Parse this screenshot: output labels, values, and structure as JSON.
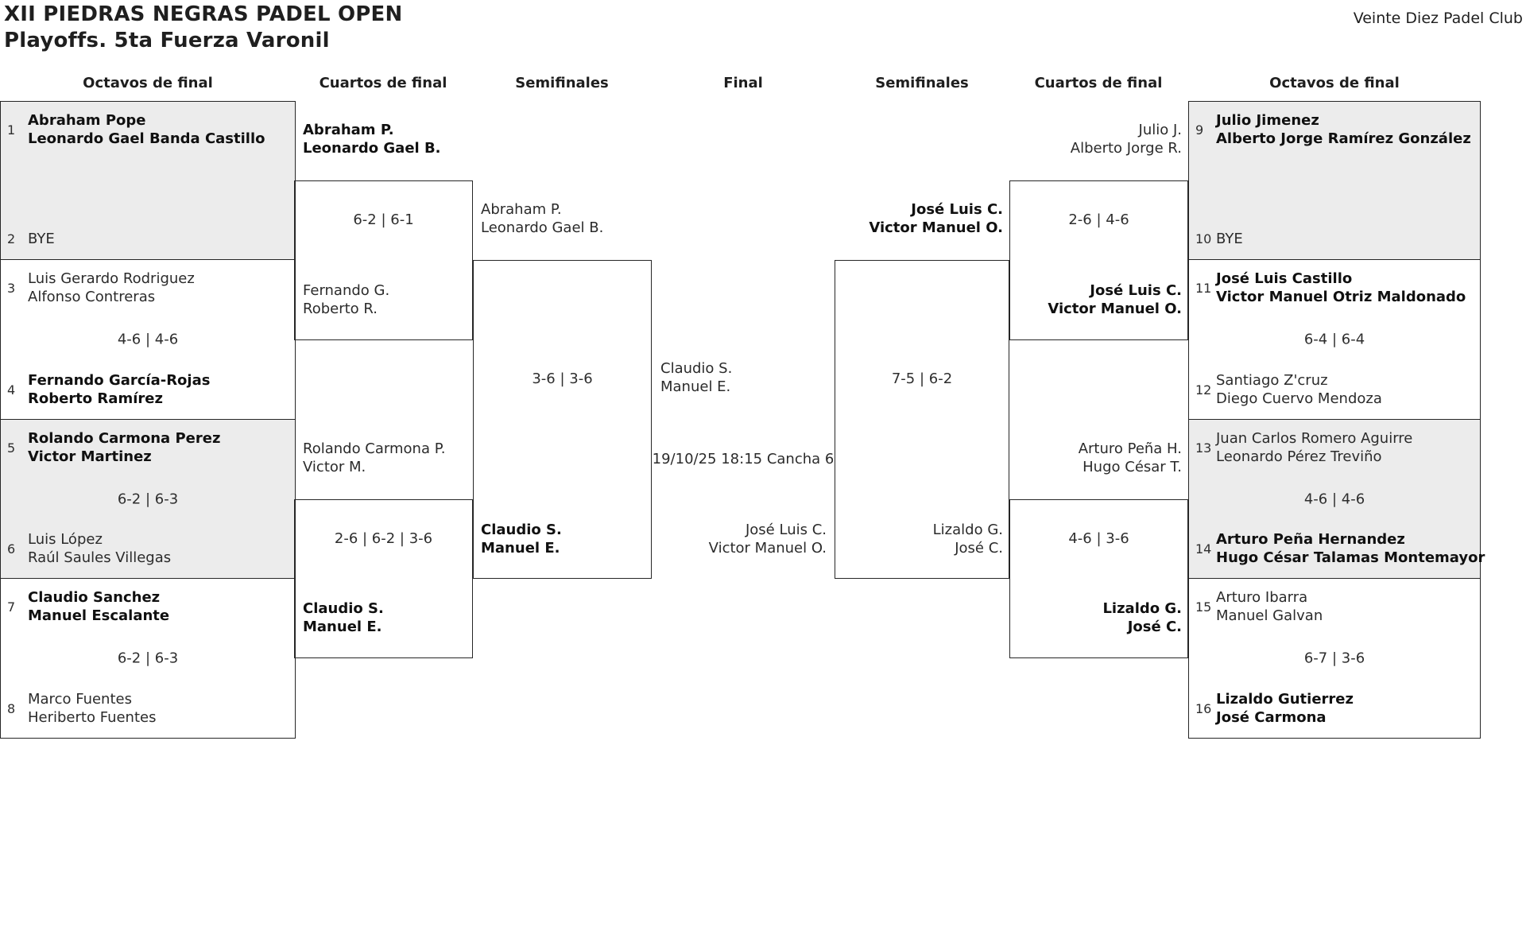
{
  "header": {
    "title": "XII PIEDRAS NEGRAS PADEL OPEN",
    "subtitle": "Playoffs. 5ta Fuerza Varonil",
    "club": "Veinte Diez Padel Club"
  },
  "rounds": [
    "Octavos de final",
    "Cuartos de final",
    "Semifinales",
    "Final",
    "Semifinales",
    "Cuartos de final",
    "Octavos de final"
  ],
  "octavos_left": [
    {
      "seed_top": "1",
      "top": [
        "Abraham Pope",
        "Leonardo Gael Banda Castillo"
      ],
      "top_bold": true,
      "seed_bottom": "2",
      "bottom": [
        "BYE"
      ],
      "bottom_bold": false,
      "score": "",
      "shaded": true
    },
    {
      "seed_top": "3",
      "top": [
        "Luis Gerardo Rodriguez",
        "Alfonso Contreras"
      ],
      "top_bold": false,
      "seed_bottom": "4",
      "bottom": [
        "Fernando García-Rojas",
        "Roberto Ramírez"
      ],
      "bottom_bold": true,
      "score": "4-6 | 4-6",
      "shaded": false
    },
    {
      "seed_top": "5",
      "top": [
        "Rolando Carmona Perez",
        "Victor Martinez"
      ],
      "top_bold": true,
      "seed_bottom": "6",
      "bottom": [
        "Luis López",
        "Raúl Saules Villegas"
      ],
      "bottom_bold": false,
      "score": "6-2 | 6-3",
      "shaded": true
    },
    {
      "seed_top": "7",
      "top": [
        "Claudio Sanchez",
        "Manuel Escalante"
      ],
      "top_bold": true,
      "seed_bottom": "8",
      "bottom": [
        "Marco Fuentes",
        "Heriberto Fuentes"
      ],
      "bottom_bold": false,
      "score": "6-2 | 6-3",
      "shaded": false
    }
  ],
  "octavos_right": [
    {
      "seed_top": "9",
      "top": [
        "Julio Jimenez",
        "Alberto Jorge Ramírez González"
      ],
      "top_bold": true,
      "seed_bottom": "10",
      "bottom": [
        "BYE"
      ],
      "bottom_bold": false,
      "score": "",
      "shaded": true
    },
    {
      "seed_top": "11",
      "top": [
        "José Luis Castillo",
        "Victor Manuel Otriz Maldonado"
      ],
      "top_bold": true,
      "seed_bottom": "12",
      "bottom": [
        "Santiago Z'cruz",
        "Diego Cuervo Mendoza"
      ],
      "bottom_bold": false,
      "score": "6-4 | 6-4",
      "shaded": false
    },
    {
      "seed_top": "13",
      "top": [
        "Juan Carlos Romero Aguirre",
        "Leonardo Pérez Treviño"
      ],
      "top_bold": false,
      "seed_bottom": "14",
      "bottom": [
        "Arturo Peña Hernandez",
        "Hugo César Talamas Montemayor"
      ],
      "bottom_bold": true,
      "score": "4-6 | 4-6",
      "shaded": true
    },
    {
      "seed_top": "15",
      "top": [
        "Arturo Ibarra",
        "Manuel Galvan"
      ],
      "top_bold": false,
      "seed_bottom": "16",
      "bottom": [
        "Lizaldo Gutierrez",
        "José Carmona"
      ],
      "bottom_bold": true,
      "score": "6-7 | 3-6",
      "shaded": false
    }
  ],
  "cuartos_left": [
    {
      "top": [
        "Abraham P.",
        "Leonardo Gael B."
      ],
      "top_bold": true,
      "bottom": [
        "Fernando G.",
        "Roberto R."
      ],
      "bottom_bold": false,
      "score": "6-2 | 6-1"
    },
    {
      "top": [
        "Rolando Carmona P.",
        "Victor M."
      ],
      "top_bold": false,
      "bottom": [
        "Claudio S.",
        "Manuel E."
      ],
      "bottom_bold": true,
      "score": "2-6 | 6-2 | 3-6"
    }
  ],
  "cuartos_right": [
    {
      "top": [
        "Julio J.",
        "Alberto Jorge R."
      ],
      "top_bold": false,
      "bottom": [
        "José Luis C.",
        "Victor Manuel O."
      ],
      "bottom_bold": true,
      "score": "2-6 | 4-6"
    },
    {
      "top": [
        "Arturo Peña H.",
        "Hugo César T."
      ],
      "top_bold": false,
      "bottom": [
        "Lizaldo G.",
        "José C."
      ],
      "bottom_bold": true,
      "score": "4-6 | 3-6"
    }
  ],
  "semis_left": {
    "top": [
      "Abraham P.",
      "Leonardo Gael B."
    ],
    "top_bold": false,
    "bottom": [
      "Claudio S.",
      "Manuel E."
    ],
    "bottom_bold": true,
    "score": "3-6 | 3-6"
  },
  "semis_right": {
    "top": [
      "José Luis C.",
      "Victor Manuel O."
    ],
    "top_bold": true,
    "bottom": [
      "Lizaldo G.",
      "José C."
    ],
    "bottom_bold": false,
    "score": "7-5 | 6-2"
  },
  "final": {
    "left": [
      "Claudio S.",
      "Manuel E."
    ],
    "right": [
      "José Luis C.",
      "Victor Manuel O."
    ],
    "schedule": "19/10/25 18:15 Cancha 6"
  },
  "colors": {
    "shaded_match_bg": "#ececec",
    "border": "#262626",
    "text": "#1f1f1f"
  }
}
